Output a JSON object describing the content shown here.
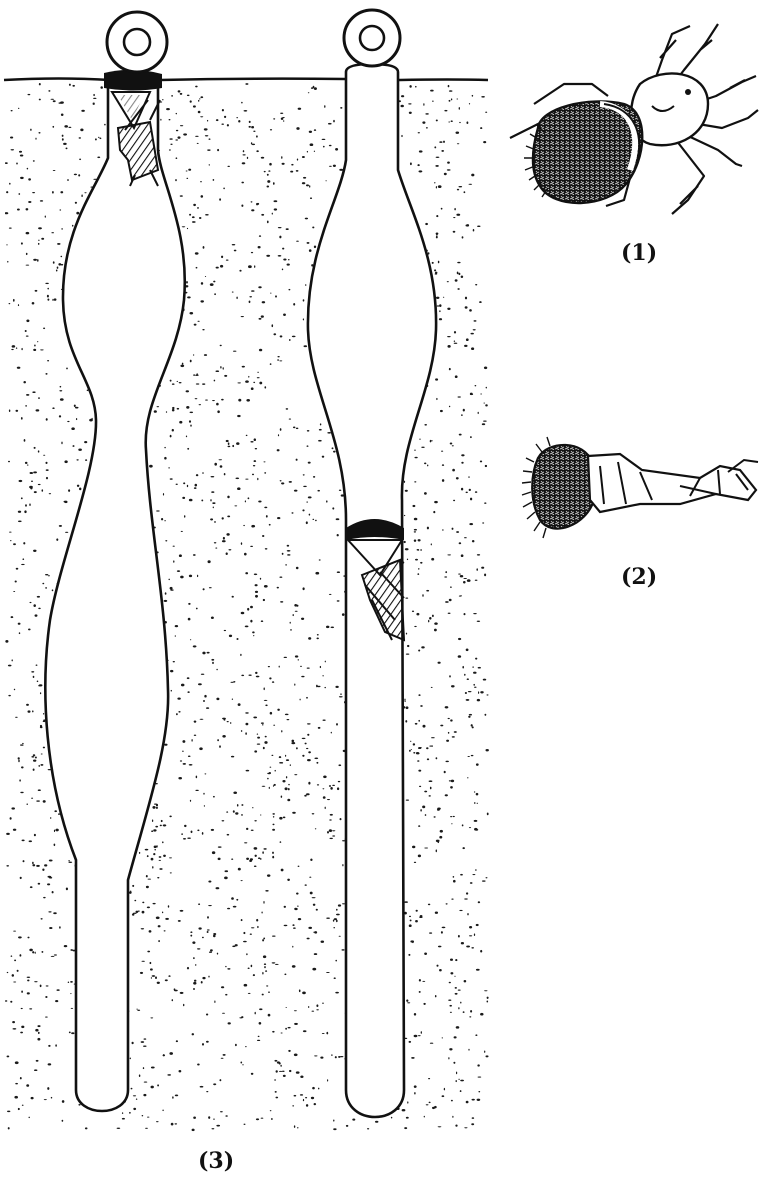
{
  "figure": {
    "labels": {
      "adult_spider": "(1)",
      "spider_abdomen_plug": "(2)",
      "burrows": "(3)"
    },
    "colors": {
      "ink": "#111111",
      "paper": "#ffffff",
      "soil_speckle": "#1a1a1a"
    }
  }
}
